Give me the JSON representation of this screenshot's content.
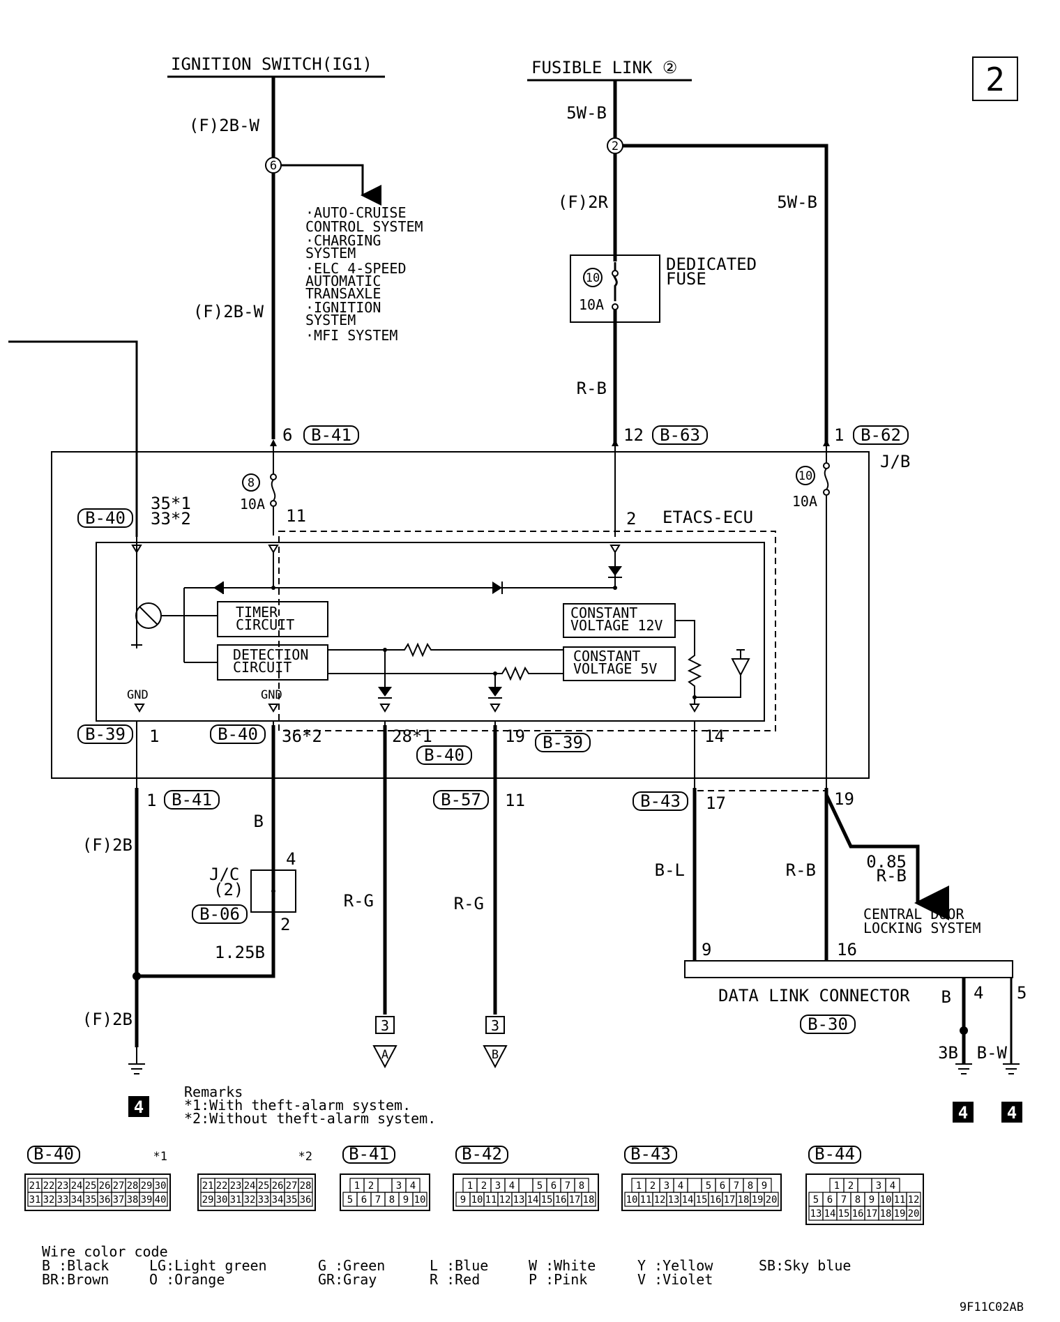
{
  "page_number": "2",
  "sources": {
    "ignition": "IGNITION SWITCH(IG1)",
    "fusible": "FUSIBLE LINK ②"
  },
  "wires": {
    "ig_top": "(F)2B-W",
    "ig_mid": "(F)2B-W",
    "fl_top": "5W-B",
    "fl_branch": "(F)2R",
    "fl_right": "5W-B",
    "rb_mid": "R-B",
    "gnd_left": "(F)2B",
    "gnd_left2": "(F)2B",
    "b_wire": "B",
    "b125": "1.25B",
    "rg1": "R-G",
    "rg2": "R-G",
    "bl": "B-L",
    "rb_low": "R-B",
    "w085a": "0.85",
    "w085b": "R-B",
    "dlc_b": "B",
    "dlc_3b": "3B",
    "dlc_bw": "B-W"
  },
  "systems": [
    "·AUTO-CRUISE",
    " CONTROL SYSTEM",
    "·CHARGING",
    " SYSTEM",
    "·ELC 4-SPEED",
    " AUTOMATIC",
    " TRANSAXLE",
    "·IGNITION",
    " SYSTEM",
    "·MFI SYSTEM"
  ],
  "splices": {
    "s6": "6",
    "s2": "2"
  },
  "fuses": {
    "dedicated_title1": "DEDICATED",
    "dedicated_title2": "FUSE",
    "f10_num": "10",
    "f10_amp": "10A",
    "f8_num": "8",
    "f8_amp": "10A",
    "f10b_num": "10",
    "f10b_amp": "10A"
  },
  "pins": {
    "p6": "6",
    "p12": "12",
    "p1": "1",
    "p35": "35*1",
    "p33": "33*2",
    "p11": "11",
    "p2": "2",
    "pb39_1": "1",
    "pb40_36": "36*2",
    "p28": "28*1",
    "p19": "19",
    "p14": "14",
    "pl1": "1",
    "pl11": "11",
    "pl17": "17",
    "pl19": "19",
    "jc4": "4",
    "jc2": "2",
    "d9": "9",
    "d16": "16",
    "d4": "4",
    "d5": "5"
  },
  "connectors": {
    "b41a": "B-41",
    "b63": "B-63",
    "b62": "B-62",
    "b40a": "B-40",
    "b39a": "B-39",
    "b40b": "B-40",
    "b40c": "B-40",
    "b39b": "B-39",
    "b41b": "B-41",
    "b57": "B-57",
    "b43": "B-43",
    "b06": "B-06",
    "b30": "B-30"
  },
  "jb": "J/B",
  "ecu": {
    "name": "ETACS-ECU",
    "timer1": "TIMER",
    "timer2": "CIRCUIT",
    "detect1": "DETECTION",
    "detect2": "CIRCUIT",
    "cv12a": "CONSTANT",
    "cv12b": "VOLTAGE 12V",
    "cv5a": "CONSTANT",
    "cv5b": "VOLTAGE 5V",
    "gnd1": "GND",
    "gnd2": "GND"
  },
  "jc": {
    "name1": "J/C",
    "name2": "(2)"
  },
  "central": {
    "l1": "CENTRAL DOOR",
    "l2": "LOCKING SYSTEM"
  },
  "dlc": "DATA LINK CONNECTOR",
  "refs": {
    "r3a": "3",
    "r3b": "3",
    "ra": "A",
    "rb": "B",
    "g4a": "4",
    "g4b": "4",
    "g4c": "4"
  },
  "remarks": {
    "title": "Remarks",
    "r1": "*1:With theft-alarm system.",
    "r2": "*2:Without theft-alarm system."
  },
  "connector_views": [
    {
      "name": "B-40",
      "note": "*1",
      "rows": [
        [
          "21",
          "22",
          "23",
          "24",
          "25",
          "26",
          "27",
          "28",
          "29",
          "30"
        ],
        [
          "31",
          "32",
          "33",
          "34",
          "35",
          "36",
          "37",
          "38",
          "39",
          "40"
        ]
      ]
    },
    {
      "name": "",
      "note": "*2",
      "rows": [
        [
          "21",
          "22",
          "23",
          "24",
          "25",
          "26",
          "27",
          "28"
        ],
        [
          "29",
          "30",
          "31",
          "32",
          "33",
          "34",
          "35",
          "36"
        ]
      ]
    },
    {
      "name": "B-41",
      "note": "",
      "rows": [
        [
          "1",
          "2",
          "",
          "3",
          "4"
        ],
        [
          "5",
          "6",
          "7",
          "8",
          "9",
          "10"
        ]
      ]
    },
    {
      "name": "B-42",
      "note": "",
      "rows": [
        [
          "1",
          "2",
          "3",
          "4",
          "",
          "5",
          "6",
          "7",
          "8"
        ],
        [
          "9",
          "10",
          "11",
          "12",
          "13",
          "14",
          "15",
          "16",
          "17",
          "18"
        ]
      ]
    },
    {
      "name": "B-43",
      "note": "",
      "rows": [
        [
          "1",
          "2",
          "3",
          "4",
          "",
          "5",
          "6",
          "7",
          "8",
          "9"
        ],
        [
          "10",
          "11",
          "12",
          "13",
          "14",
          "15",
          "16",
          "17",
          "18",
          "19",
          "20"
        ]
      ]
    },
    {
      "name": "B-44",
      "note": "",
      "rows": [
        [
          "1",
          "2",
          "",
          "3",
          "4"
        ],
        [
          "5",
          "6",
          "7",
          "8",
          "9",
          "10",
          "11",
          "12"
        ],
        [
          "13",
          "14",
          "15",
          "16",
          "17",
          "18",
          "19",
          "20"
        ]
      ]
    }
  ],
  "wire_color_code": {
    "title": "Wire color code",
    "col1": [
      "B :Black",
      "BR:Brown"
    ],
    "col2": [
      "LG:Light green",
      "O :Orange"
    ],
    "col3": [
      "G :Green",
      "GR:Gray"
    ],
    "col4": [
      "L :Blue",
      "R :Red"
    ],
    "col5": [
      "W :White",
      "P :Pink"
    ],
    "col6": [
      "Y :Yellow",
      "V :Violet"
    ],
    "col7": [
      "SB:Sky blue"
    ]
  },
  "doc_code": "9F11C02AB"
}
